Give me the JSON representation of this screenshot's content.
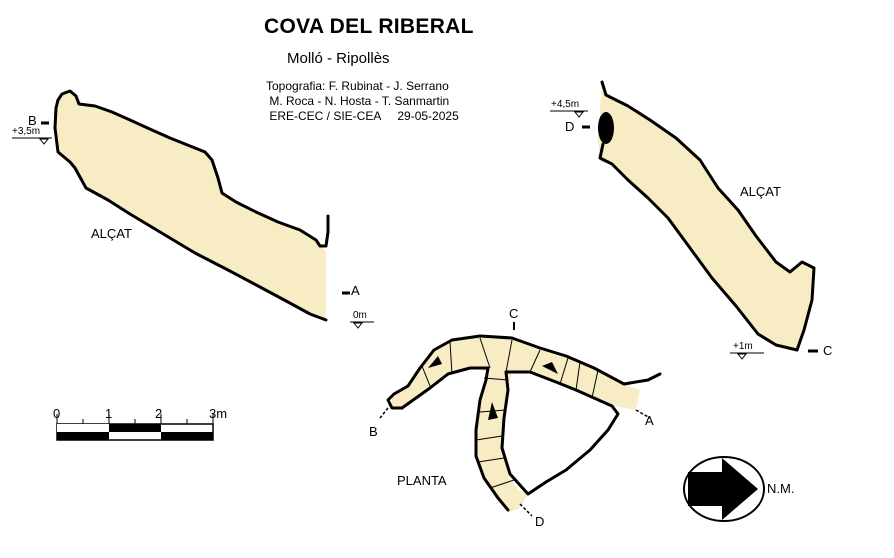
{
  "title": "COVA DEL RIBERAL",
  "subtitle": "Molló  -  Ripollès",
  "credits": [
    "Topografia: F. Rubinat - J. Serrano",
    " M. Roca - N. Hosta - T. Sanmartin",
    " ERE-CEC / SIE-CEA     29-05-2025"
  ],
  "left_section": {
    "view_label": "ALÇAT",
    "point_b": "B",
    "point_a": "A",
    "elev_b": "+3,5m",
    "elev_a": "0m"
  },
  "right_section": {
    "view_label": "ALÇAT",
    "point_d": "D",
    "point_c": "C",
    "elev_d": "+4,5m",
    "elev_c": "+1m"
  },
  "plan": {
    "view_label": "PLANTA",
    "point_a": "A",
    "point_b": "B",
    "point_c": "C",
    "point_d": "D"
  },
  "scale": {
    "ticks": [
      "0",
      "1",
      "2",
      "3m"
    ]
  },
  "north": {
    "label": "N.M."
  },
  "colors": {
    "cave_fill": "#f7ecc4",
    "outline": "#000000"
  }
}
